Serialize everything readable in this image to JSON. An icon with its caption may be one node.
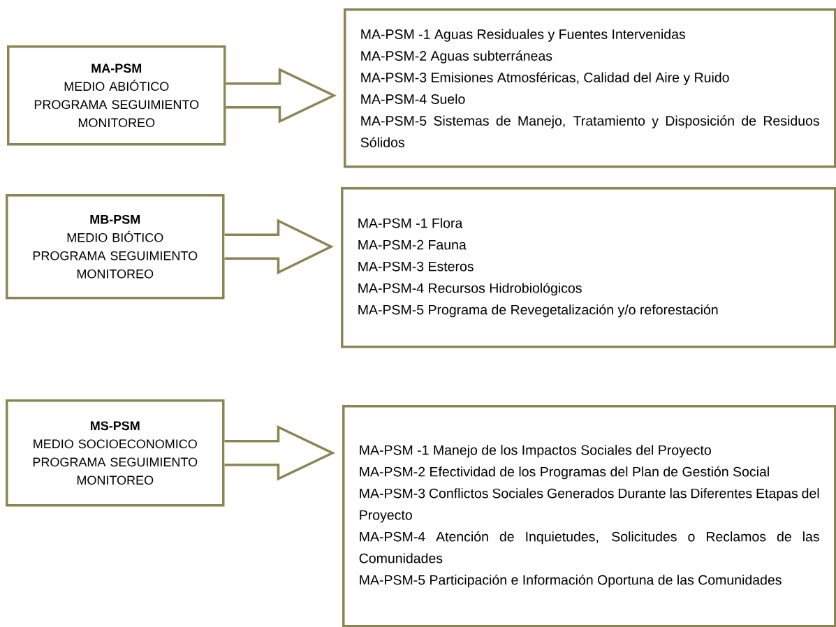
{
  "diagram": {
    "nodes": [
      {
        "text": [
          "MA-PSM",
          "MEDIO ABIÓTICO",
          "PROGRAMA SEGUIMIENTO MONITOREO"
        ]
      },
      {
        "text": [
          "MA-PSM -1 Aguas Residuales y Fuentes Intervenidas",
          "MA-PSM-2 Aguas subterráneas",
          "MA-PSM-3 Emisiones Atmosféricas, Calidad del Aire y Ruido",
          "MA-PSM-4 Suelo",
          "MA-PSM-5 Sistemas de Manejo, Tratamiento y Disposición de Residuos Sólidos"
        ]
      },
      {
        "text": [
          "MB-PSM",
          "MEDIO BIÓTICO",
          "PROGRAMA SEGUIMIENTO MONITOREO"
        ]
      },
      {
        "text": [
          "MA-PSM -1 Flora",
          "MA-PSM-2 Fauna",
          "MA-PSM-3 Esteros",
          "MA-PSM-4 Recursos Hidrobiológicos",
          "MA-PSM-5 Programa de Revegetalización y/o reforestación"
        ]
      },
      {
        "text": [
          "MS-PSM",
          "MEDIO SOCIOECONOMICO",
          "PROGRAMA SEGUIMIENTO MONITOREO"
        ]
      },
      {
        "text": [
          "MA-PSM -1 Manejo de los Impactos Sociales del Proyecto",
          "MA-PSM-2 Efectividad de los Programas del Plan de Gestión Social",
          "MA-PSM-3 Conflictos Sociales Generados Durante las Diferentes Etapas del Proyecto",
          "MA-PSM-4 Atención de Inquietudes, Solicitudes o Reclamos de las Comunidades",
          "MA-PSM-5 Participación e Información Oportuna de las Comunidades"
        ]
      }
    ],
    "edges": [
      {
        "from": 0,
        "to": 1,
        "arrow": "to"
      },
      {
        "from": 2,
        "to": 3,
        "arrow": "to"
      },
      {
        "from": 4,
        "to": 5,
        "arrow": "to"
      }
    ]
  }
}
